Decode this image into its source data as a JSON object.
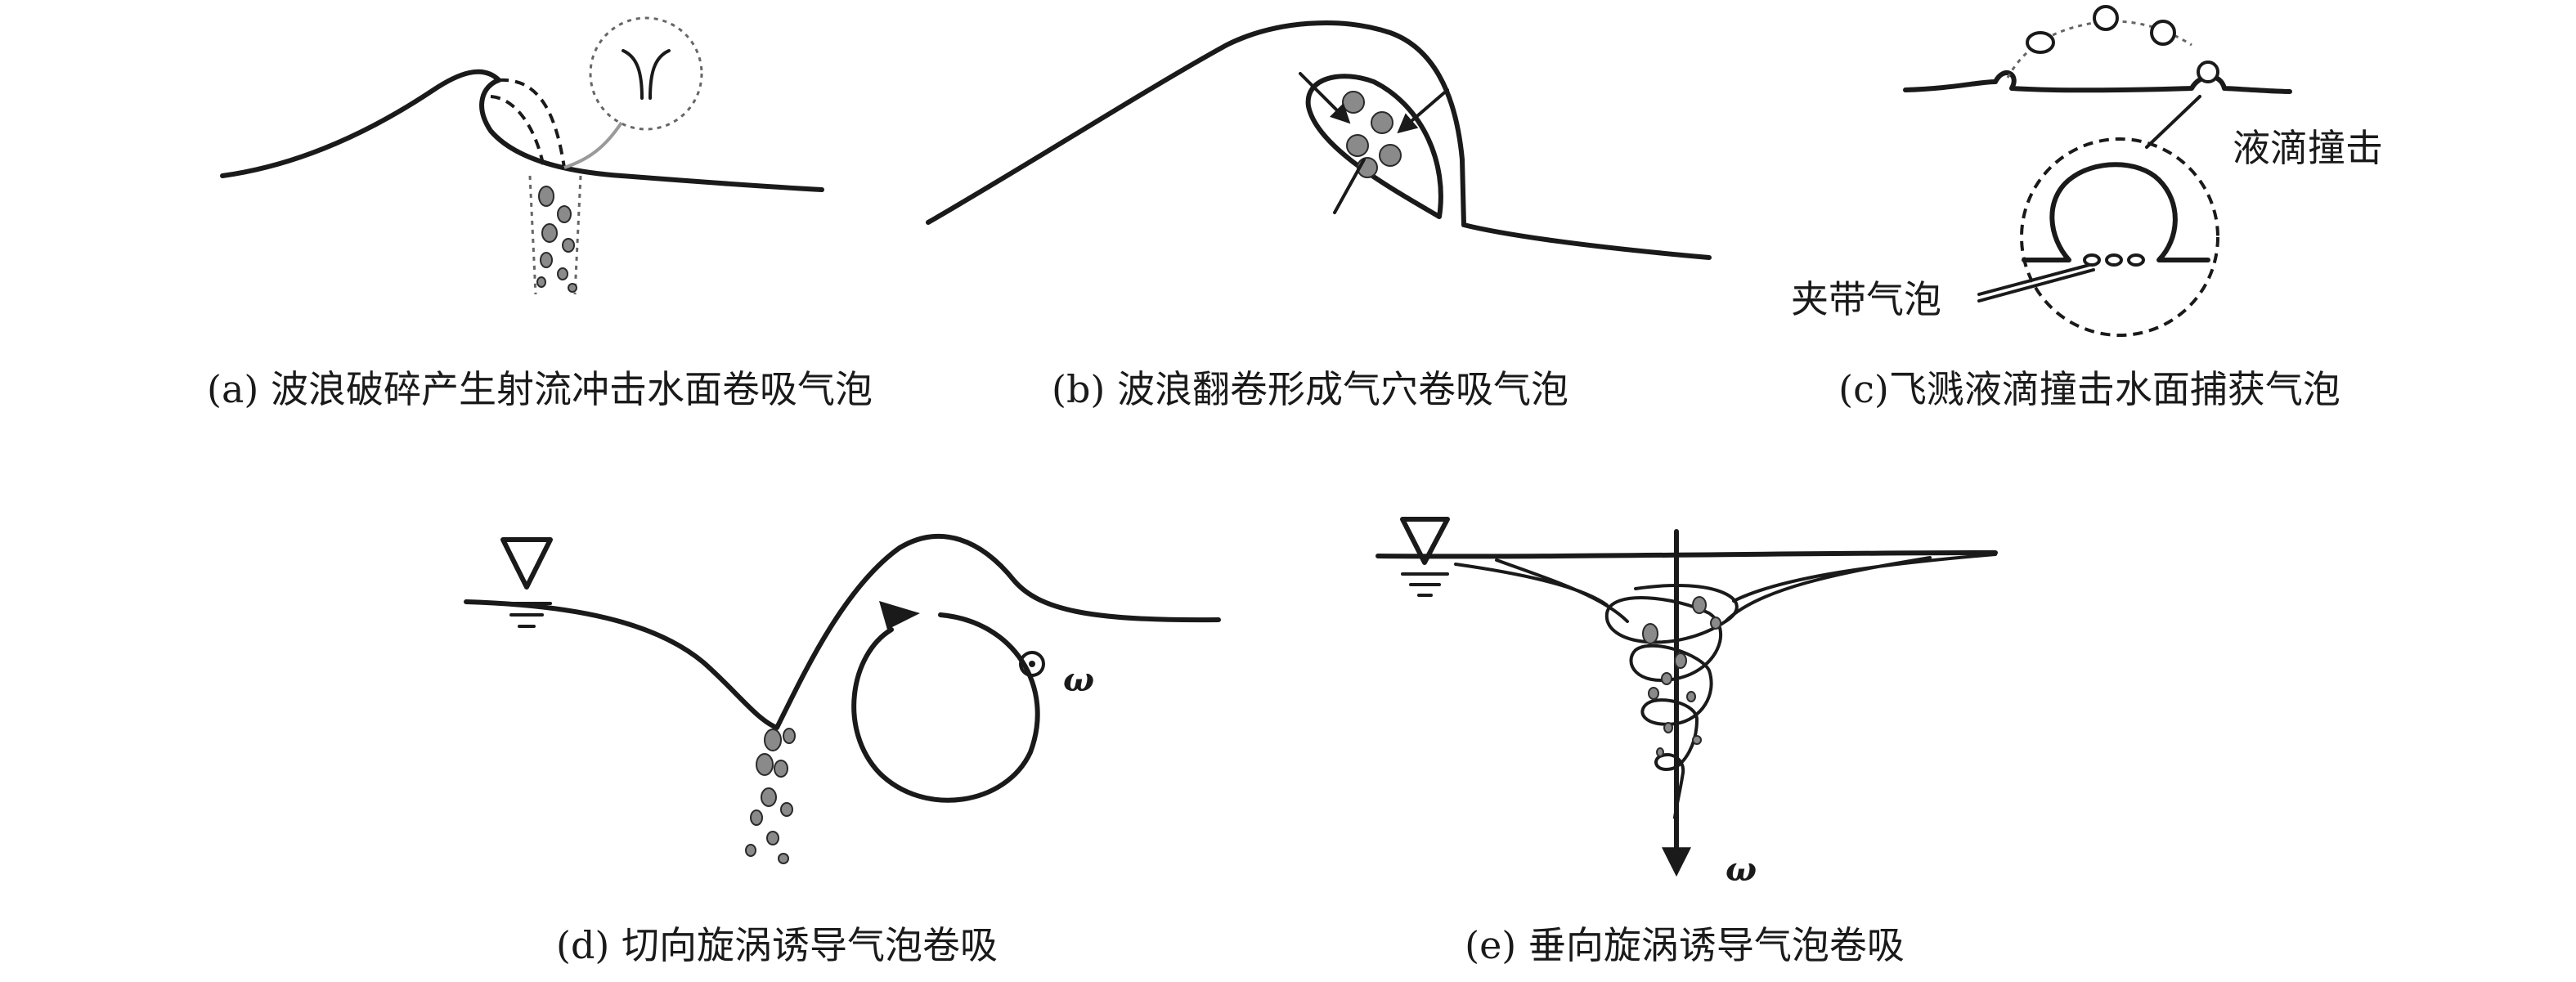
{
  "figure": {
    "panels": [
      {
        "id": "a",
        "caption": "(a) 波浪破碎产生射流冲击水面卷吸气泡"
      },
      {
        "id": "b",
        "caption": "(b) 波浪翻卷形成气穴卷吸气泡"
      },
      {
        "id": "c",
        "caption": "(c)飞溅液滴撞击水面捕获气泡",
        "annotations": {
          "droplet_impact": "液滴撞击",
          "entrained_bubble": "夹带气泡"
        }
      },
      {
        "id": "d",
        "caption": "(d) 切向旋涡诱导气泡卷吸",
        "symbol": "ω"
      },
      {
        "id": "e",
        "caption": "(e) 垂向旋涡诱导气泡卷吸",
        "symbol": "ω"
      }
    ]
  }
}
